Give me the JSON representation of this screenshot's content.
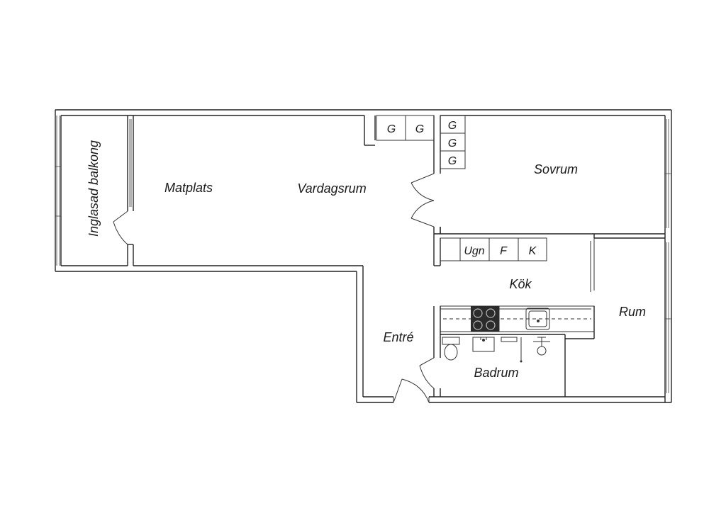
{
  "rooms": {
    "balkong": "Inglasad balkong",
    "matplats": "Matplats",
    "vardagsrum": "Vardagsrum",
    "sovrum": "Sovrum",
    "kok": "Kök",
    "rum": "Rum",
    "entre": "Entré",
    "badrum": "Badrum"
  },
  "fixtures": {
    "wardrobe": "G",
    "oven": "Ugn",
    "freezer": "F",
    "fridge": "K"
  }
}
